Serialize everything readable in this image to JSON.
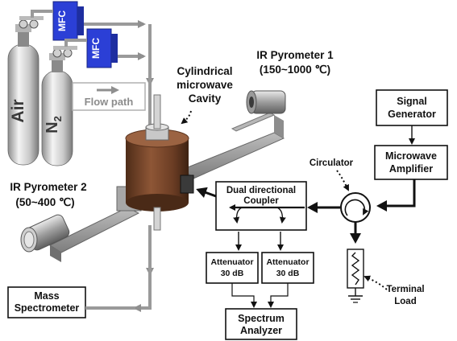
{
  "labels": {
    "cavity_line1": "Cylindrical",
    "cavity_line2": "microwave",
    "cavity_line3": "Cavity",
    "pyro1_line1": "IR Pyrometer 1",
    "pyro1_line2": "(150~1000 ℃)",
    "pyro2_line1": "IR Pyrometer 2",
    "pyro2_line2": "(50~400 ℃)",
    "circulator": "Circulator",
    "terminal_line1": "Terminal",
    "terminal_line2": "Load",
    "flow_path": "Flow path",
    "air": "Air",
    "n2": "N",
    "n2_sub": "2",
    "mfc": "MFC"
  },
  "boxes": {
    "signal_line1": "Signal",
    "signal_line2": "Generator",
    "amp_line1": "Microwave",
    "amp_line2": "Amplifier",
    "coupler_line1": "Dual directional",
    "coupler_line2": "Coupler",
    "att1_line1": "Attenuator",
    "att1_line2": "30 dB",
    "att2_line1": "Attenuator",
    "att2_line2": "30 dB",
    "spectrum_line1": "Spectrum",
    "spectrum_line2": "Analyzer",
    "mass_line1": "Mass",
    "mass_line2": "Spectrometer"
  },
  "colors": {
    "mfc_blue": "#2b3fd6",
    "pipe_gray": "#9a9a9a",
    "cavity_copper": "#7a4a2e",
    "rail_gray": "#9c9c9c"
  }
}
